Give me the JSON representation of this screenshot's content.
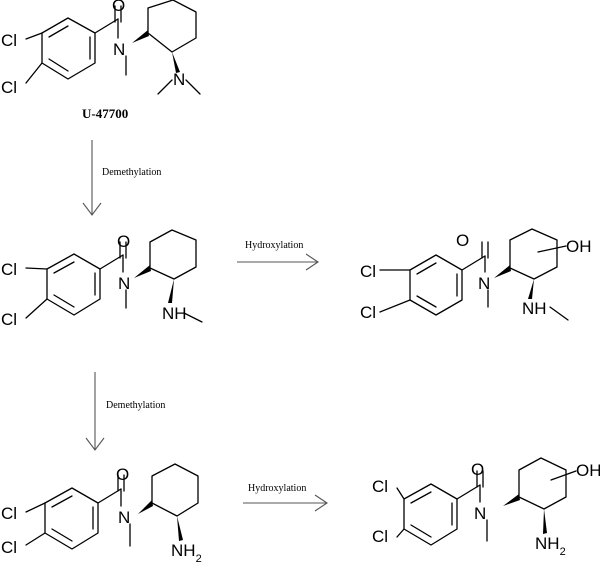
{
  "compounds": {
    "u47700": {
      "name": "U-47700",
      "atoms": {
        "o": "O",
        "n": "N",
        "cl_upper": "Cl",
        "cl_lower": "Cl",
        "amine": "N"
      }
    },
    "desmethyl": {
      "atoms": {
        "o": "O",
        "n": "N",
        "cl_upper": "Cl",
        "cl_lower": "Cl",
        "amine": "NH"
      }
    },
    "desmethyl_hydroxy": {
      "atoms": {
        "o": "O",
        "n": "N",
        "cl_upper": "Cl",
        "cl_lower": "Cl",
        "amine": "NH",
        "oh": "OH"
      }
    },
    "didesmethyl": {
      "atoms": {
        "o": "O",
        "n": "N",
        "cl_upper": "Cl",
        "cl_lower": "Cl",
        "amine": "NH",
        "amine_sub": "2"
      }
    },
    "didesmethyl_hydroxy": {
      "atoms": {
        "o": "O",
        "n": "N",
        "cl_upper": "Cl",
        "cl_lower": "Cl",
        "amine": "NH",
        "amine_sub": "2",
        "oh": "OH"
      }
    }
  },
  "reactions": {
    "step1": {
      "label": "Demethylation"
    },
    "step2": {
      "label": "Hydroxylation"
    },
    "step3": {
      "label": "Demethylation"
    },
    "step4": {
      "label": "Hydroxylation"
    }
  }
}
